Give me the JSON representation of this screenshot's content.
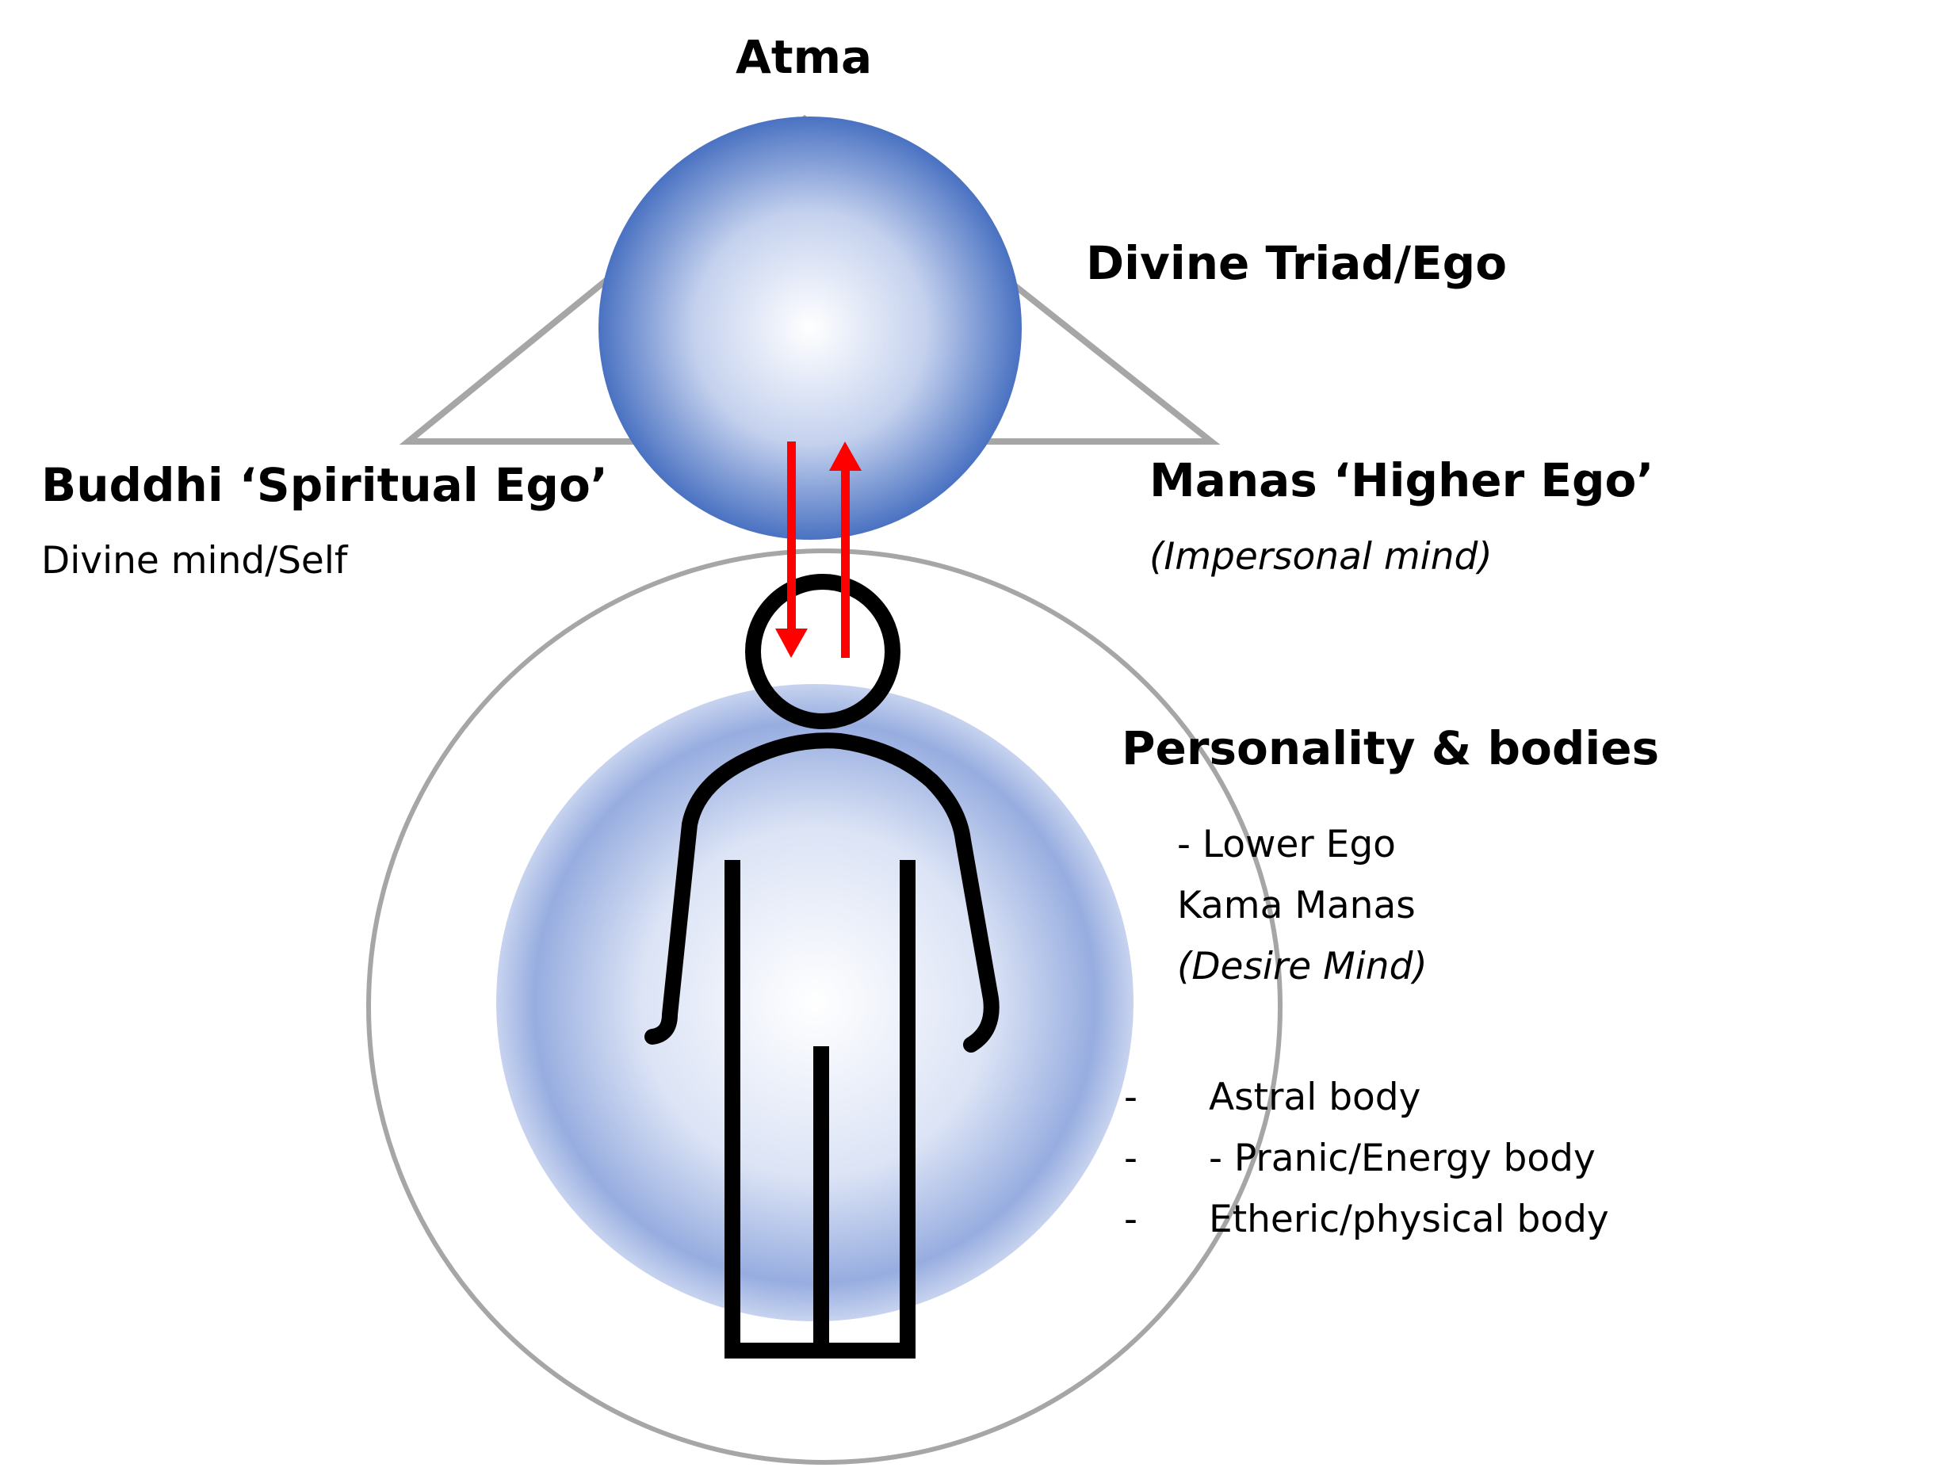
{
  "labels": {
    "atma": "Atma",
    "divine_triad": "Divine Triad/Ego",
    "buddhi_title": "Buddhi ‘Spiritual Ego’",
    "buddhi_sub": "Divine mind/Self",
    "manas_title": "Manas ‘Higher Ego’",
    "manas_sub": "(Impersonal mind)",
    "personality_title": "Personality & bodies",
    "lower_ego": "- Lower Ego",
    "kama_manas": "Kama Manas",
    "desire_mind": "(Desire Mind)",
    "bodies": [
      {
        "dash": "-",
        "text": "Astral body"
      },
      {
        "dash": "-",
        "text": "- Pranic/Energy body"
      },
      {
        "dash": "-",
        "text": "Etheric/physical body"
      }
    ]
  },
  "colors": {
    "sphere_edge": "#4a72c2",
    "sphere_center": "#ffffff",
    "aura_edge": "#8fa8dc",
    "outline_gray": "#a6a6a6",
    "figure": "#000000",
    "arrows": "#ff0000"
  },
  "icons": {
    "figure": "person-icon",
    "arrow_down": "arrow-down-icon",
    "arrow_up": "arrow-up-icon"
  }
}
